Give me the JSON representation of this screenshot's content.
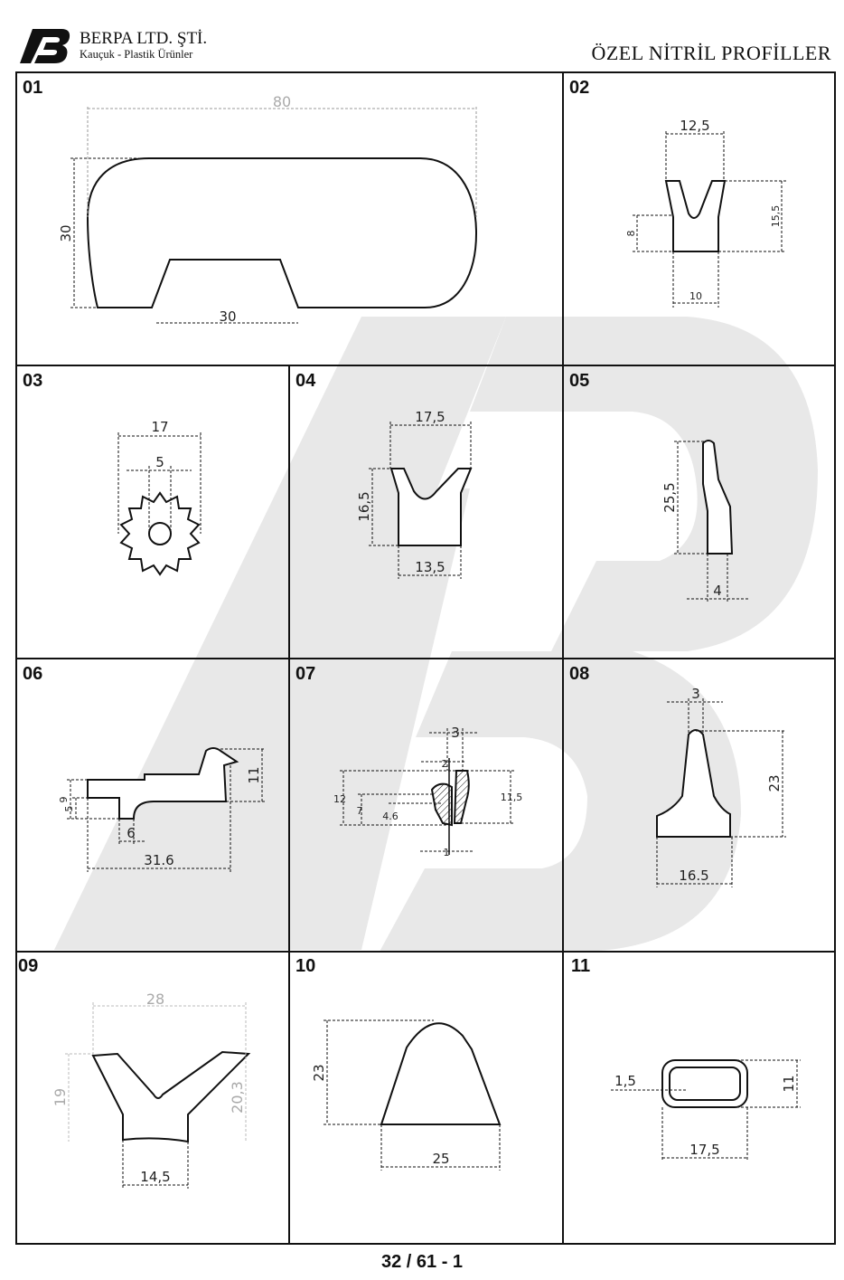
{
  "header": {
    "company": "BERPA LTD. ŞTİ.",
    "subtitle": "Kauçuk - Plastik Ürünler",
    "logo_text": "B",
    "title": "ÖZEL NİTRİL PROFİLLER"
  },
  "items": [
    {
      "number": "01",
      "dims": [
        "80",
        "30",
        "30"
      ]
    },
    {
      "number": "02",
      "dims": [
        "12,5",
        "15,5",
        "8",
        "10"
      ]
    },
    {
      "number": "03",
      "dims": [
        "17",
        "5"
      ]
    },
    {
      "number": "04",
      "dims": [
        "17,5",
        "16,5",
        "13,5"
      ]
    },
    {
      "number": "05",
      "dims": [
        "25,5",
        "4"
      ]
    },
    {
      "number": "06",
      "dims": [
        "9",
        "5",
        "6",
        "11",
        "31.6"
      ]
    },
    {
      "number": "07",
      "dims": [
        "3",
        "2",
        "12",
        "7",
        "4.6",
        "11,5",
        "1"
      ]
    },
    {
      "number": "08",
      "dims": [
        "3",
        "23",
        "16.5"
      ]
    },
    {
      "number": "09",
      "dims": [
        "28",
        "19",
        "20,3",
        "14,5"
      ]
    },
    {
      "number": "10",
      "dims": [
        "23",
        "25"
      ]
    },
    {
      "number": "11",
      "dims": [
        "1,5",
        "11",
        "17,5"
      ]
    }
  ],
  "footer": {
    "page": "32 / 61 - 1"
  },
  "colors": {
    "line": "#111111",
    "watermark": "#e6e6e6",
    "gray_dim": "#aaaaaa"
  }
}
